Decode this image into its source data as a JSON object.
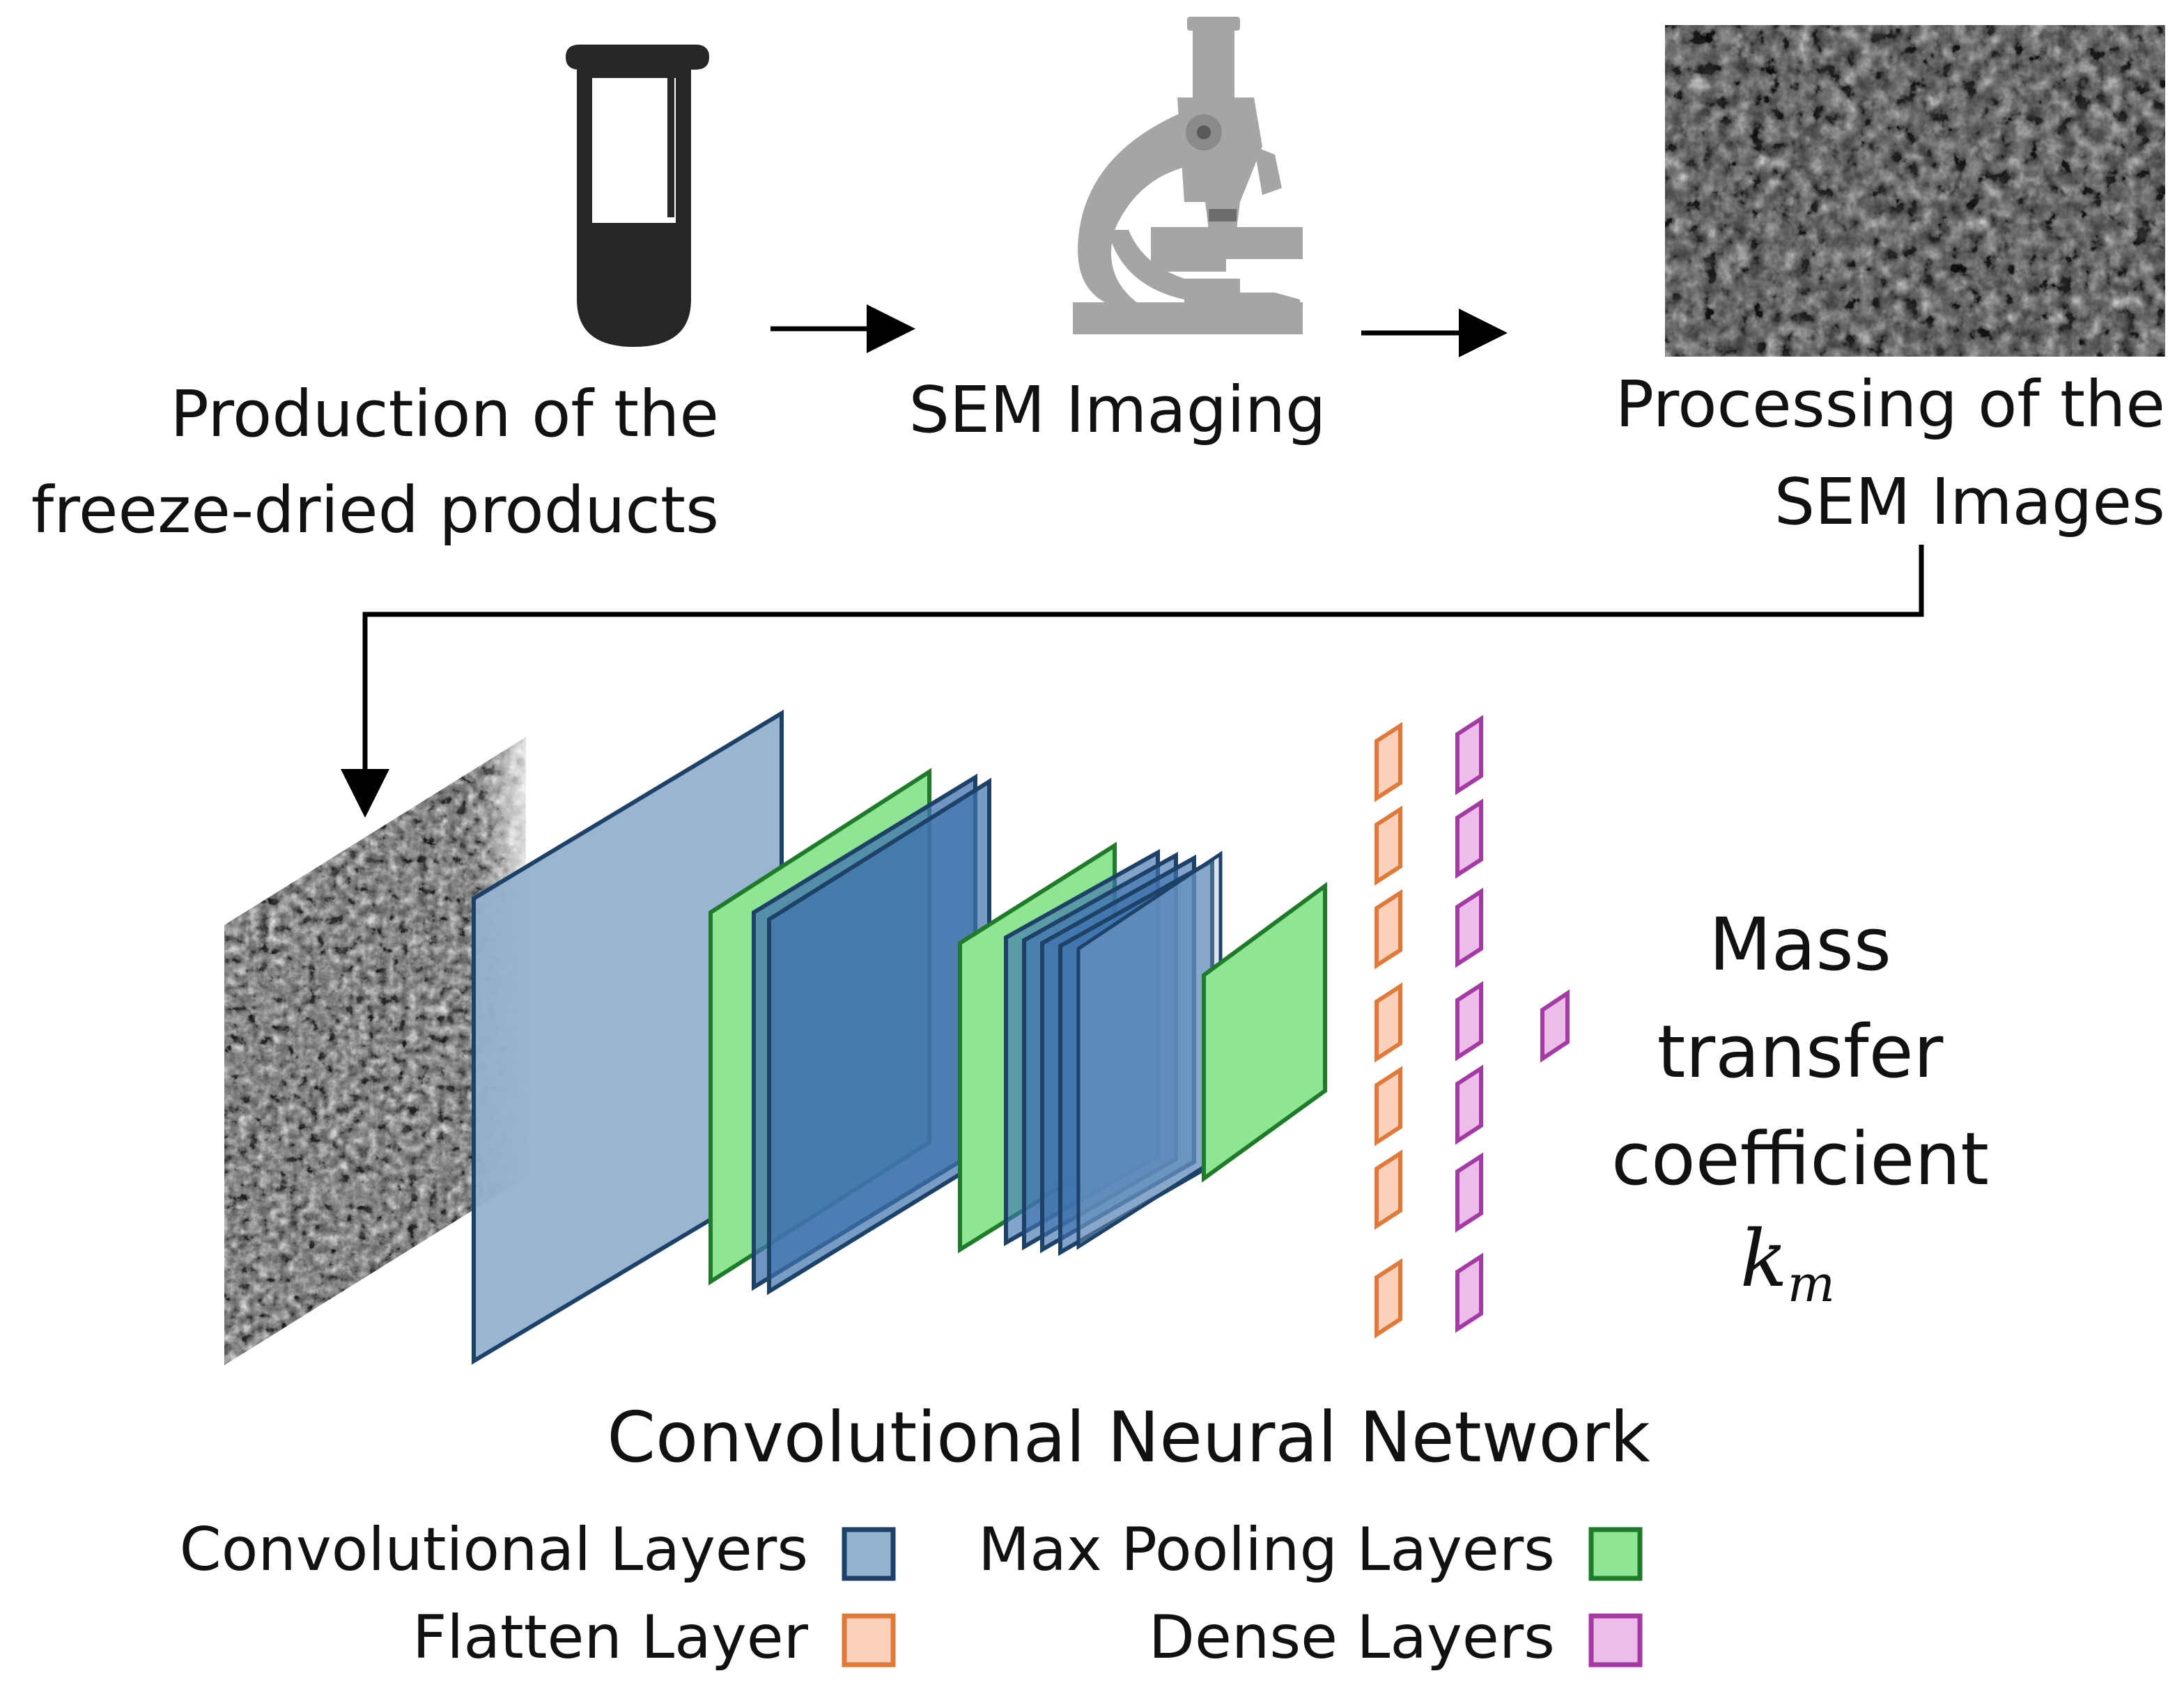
{
  "steps": {
    "production": {
      "line1": "Production of the",
      "line2": "freeze-dried products"
    },
    "sem_imaging": {
      "label": "SEM Imaging"
    },
    "processing": {
      "line1": "Processing of the",
      "line2": "SEM Images"
    }
  },
  "output": {
    "line1": "Mass",
    "line2": "transfer",
    "line3": "coefficient",
    "symbol": "k",
    "symbol_sub": "m"
  },
  "network": {
    "title": "Convolutional Neural Network"
  },
  "legend": {
    "items": [
      {
        "label": "Convolutional Layers",
        "fill": "#94b1cf",
        "stroke": "#1e4168"
      },
      {
        "label": "Max Pooling Layers",
        "fill": "#8ee594",
        "stroke": "#1f7a2a"
      },
      {
        "label": "Flatten Layer",
        "fill": "#fbd1bb",
        "stroke": "#e07a3a"
      },
      {
        "label": "Dense Layers",
        "fill": "#edbde9",
        "stroke": "#a43aa4"
      }
    ]
  },
  "icons": [
    "test-tube-icon",
    "microscope-icon"
  ],
  "colors": {
    "conv_fill": "#94b1cf",
    "conv_fill_dark": "#3f73ad",
    "conv_stroke": "#1e4168",
    "pool_fill": "#8ee594",
    "pool_stroke": "#1f7a2a",
    "flatten_fill": "#fbd1bb",
    "flatten_stroke": "#e07a3a",
    "dense_fill": "#edbde9",
    "dense_stroke": "#a43aa4",
    "microscope": "#a5a5a5",
    "test_tube": "#262626"
  }
}
